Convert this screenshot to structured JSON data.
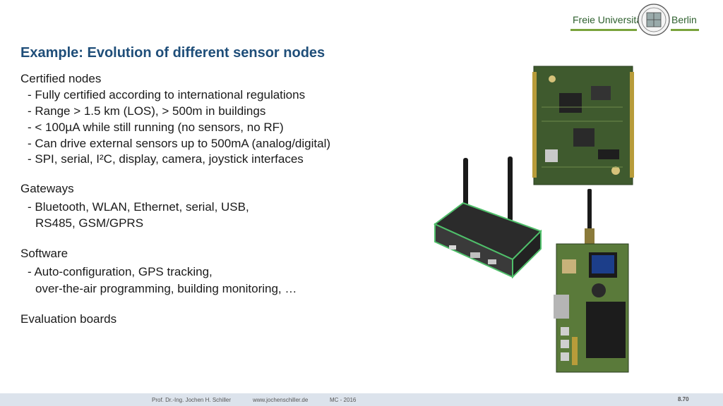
{
  "header": {
    "logo_left": "Freie Universität",
    "logo_right": "Berlin"
  },
  "title": "Example: Evolution of different sensor nodes",
  "sections": [
    {
      "heading": "Certified nodes",
      "lines": [
        "- Fully certified according to international regulations",
        "- Range > 1.5 km (LOS), > 500m in buildings",
        "- < 100µA while still running (no sensors, no RF)",
        "- Can drive external sensors up to 500mA (analog/digital)",
        "- SPI, serial, I²C, display, camera, joystick interfaces"
      ]
    },
    {
      "heading": "Gateways",
      "lines": [
        "- Bluetooth, WLAN, Ethernet, serial, USB,",
        "RS485, GSM/GPRS"
      ]
    },
    {
      "heading": "Software",
      "lines": [
        "- Auto-configuration, GPS tracking,",
        "over-the-air programming, building monitoring, …"
      ]
    },
    {
      "heading": "Evaluation boards",
      "lines": []
    }
  ],
  "footer": {
    "author": "Prof. Dr.-Ing. Jochen H. Schiller",
    "url": "www.jochenschiller.de",
    "course": "MC - 2016",
    "page": "8.70"
  },
  "colors": {
    "title": "#1f4e79",
    "footer_bg": "#dce3ec",
    "logo_green": "#7aa33c"
  }
}
